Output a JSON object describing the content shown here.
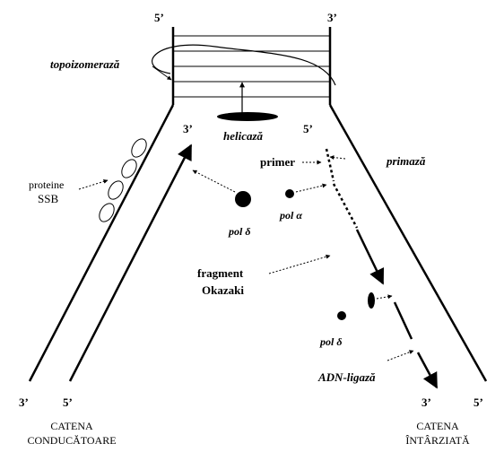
{
  "ends": {
    "top_left": "5’",
    "top_right": "3’",
    "fork_left": "3’",
    "fork_right": "5’",
    "bottom_left_outer": "3’",
    "bottom_left_inner": "5’",
    "bottom_right_inner": "3’",
    "bottom_right_outer": "5’"
  },
  "labels": {
    "topoisomerase": "topoizomerază",
    "helicase": "helicază",
    "primer": "primer",
    "primase": "primază",
    "ssb_line1": "proteine",
    "ssb_line2": "SSB",
    "pol_delta_left": "pol δ",
    "pol_alpha": "pol α",
    "okazaki_line1": "fragment",
    "okazaki_line2": "Okazaki",
    "pol_delta_right": "pol δ",
    "ligase": "ADN-ligază"
  },
  "strands": {
    "leading_line1": "CATENA",
    "leading_line2": "CONDUCĂTOARE",
    "lagging_line1": "CATENA",
    "lagging_line2": "ÎNTÂRZIATĂ"
  }
}
